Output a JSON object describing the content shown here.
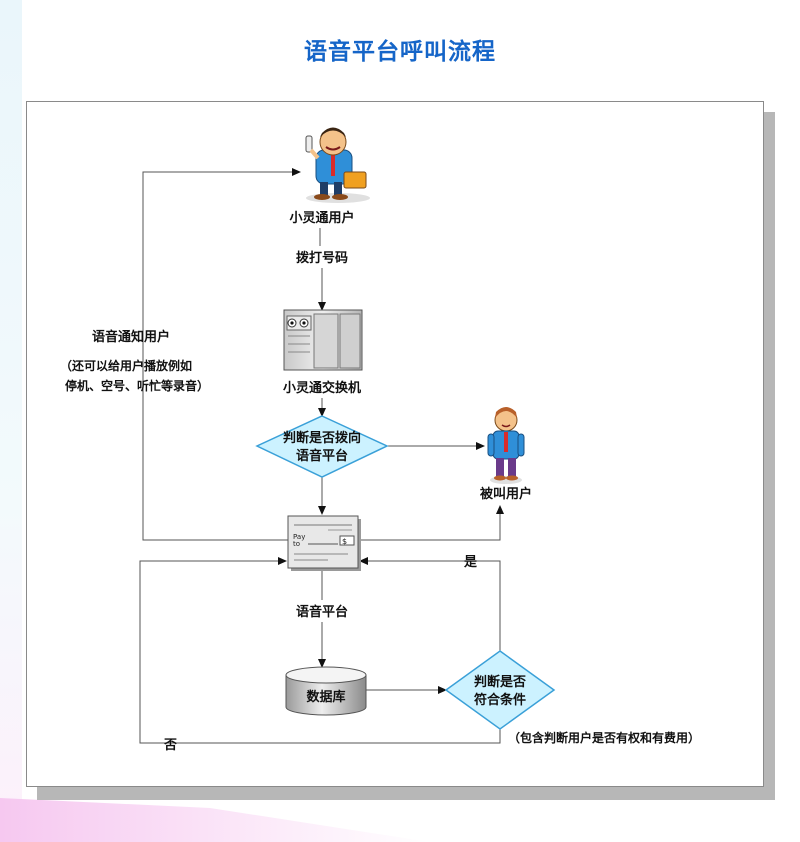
{
  "title": "语音平台呼叫流程",
  "nodes": {
    "phs_user": "小灵通用户",
    "dial_number": "拨打号码",
    "phs_switch": "小灵通交换机",
    "decision_route_line1": "判断是否拨向",
    "decision_route_line2": "语音平台",
    "called_user": "被叫用户",
    "voice_platform": "语音平台",
    "database": "数据库",
    "decision_condition_line1": "判断是否",
    "decision_condition_line2": "符合条件"
  },
  "labels": {
    "notify_user": "语音通知用户",
    "notify_note_line1": "（还可以给用户播放例如",
    "notify_note_line2": "停机、空号、听忙等录音）",
    "yes": "是",
    "no": "否",
    "condition_note": "（包含判断用户是否有权和有费用）"
  },
  "icons": {
    "caller": "businessman-phone-icon",
    "switch": "switchboard-icon",
    "called": "person-icon",
    "platform": "check-document-icon",
    "database": "database-cylinder-icon"
  },
  "check_text": {
    "pay": "Pay",
    "to": "to",
    "dollar": "$"
  },
  "colors": {
    "title": "#1565c8",
    "diamond_fill": "#ccf2ff",
    "diamond_stroke": "#3aa0d8",
    "line": "#555555"
  }
}
